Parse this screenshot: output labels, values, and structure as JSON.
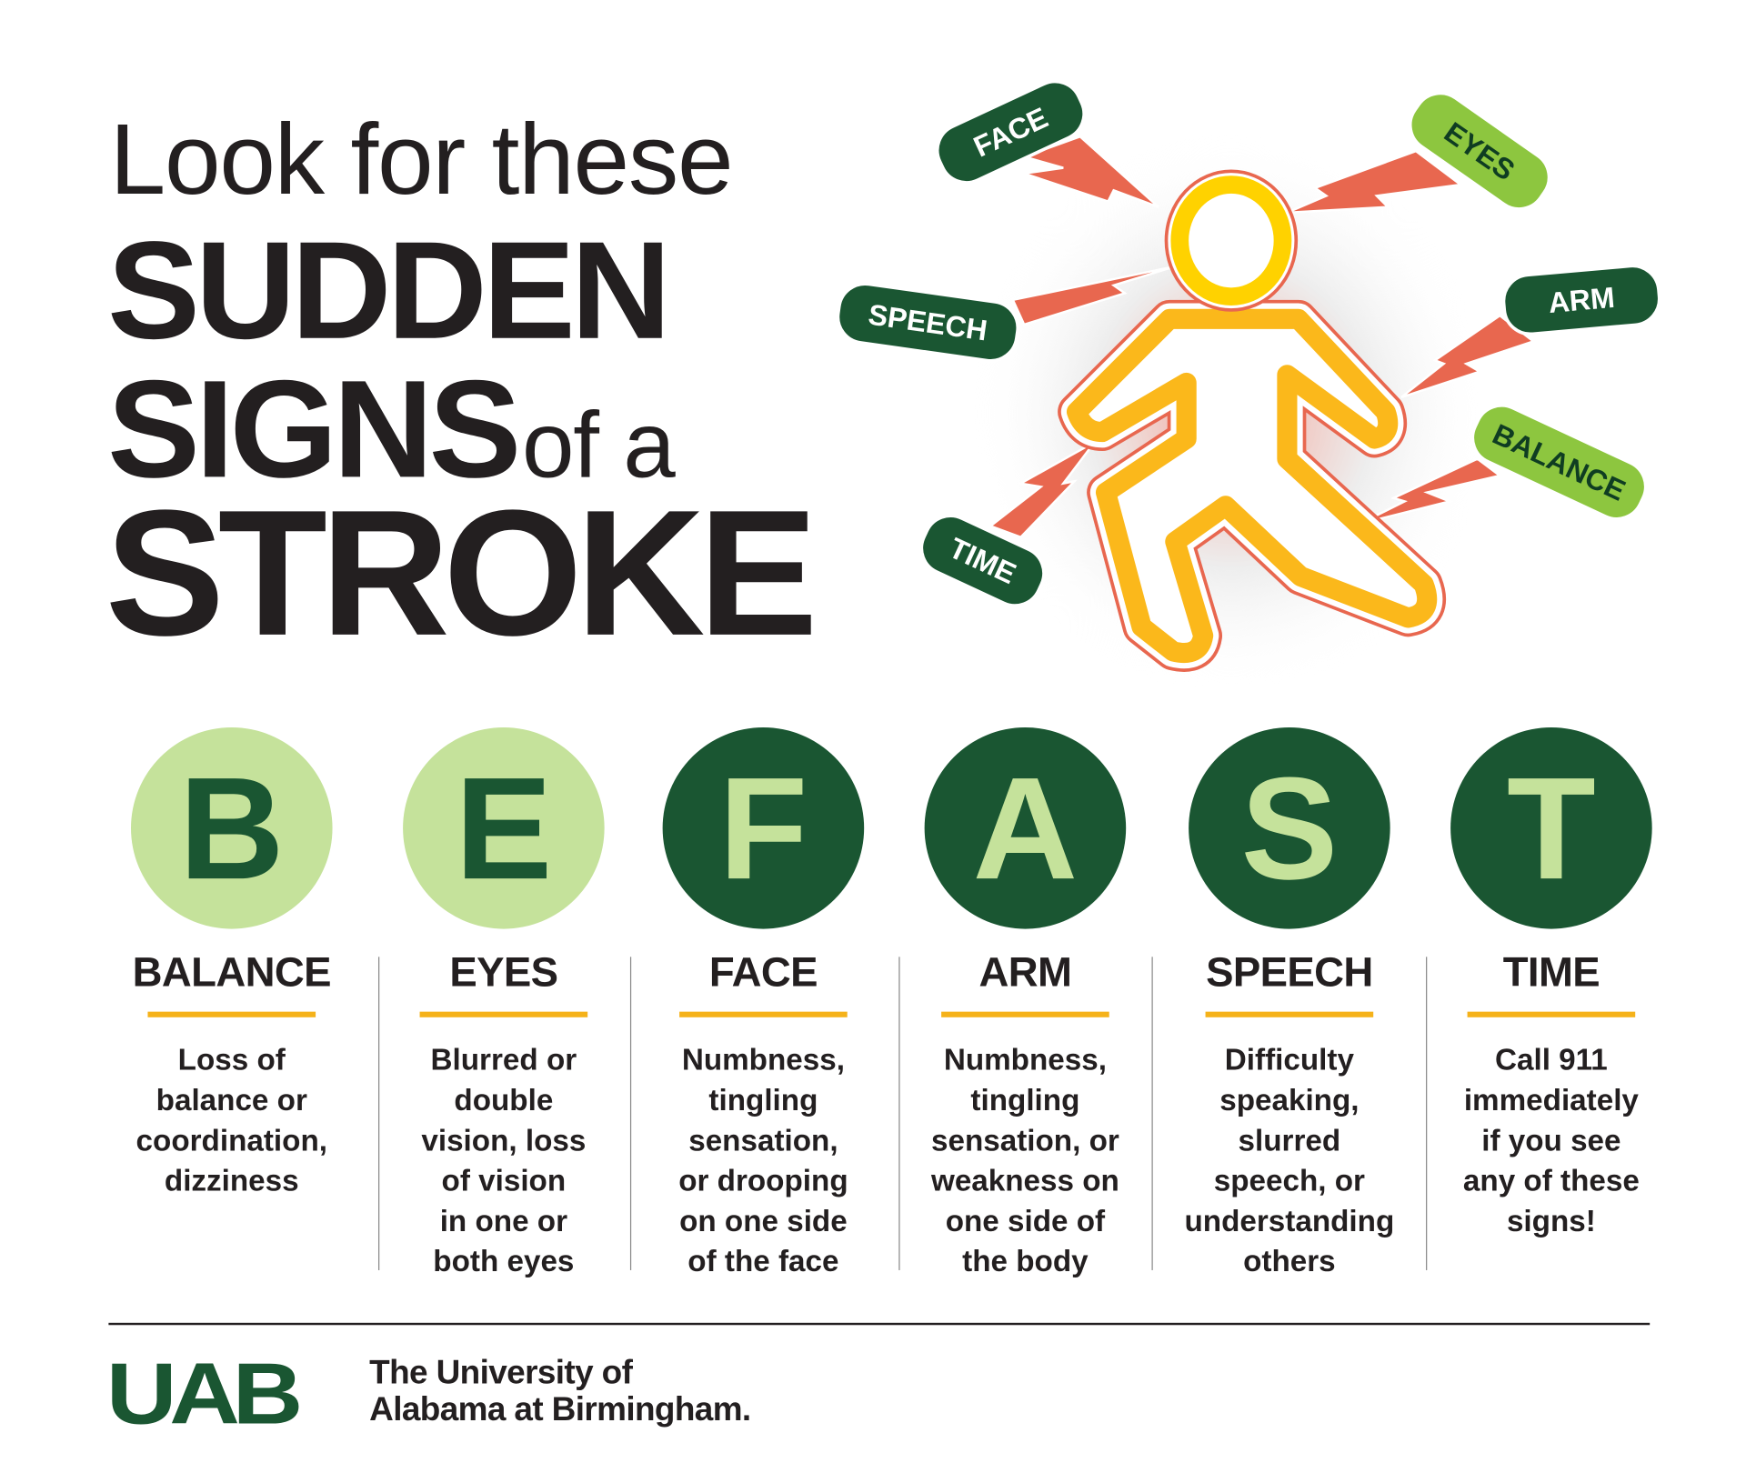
{
  "headline": {
    "line1": "Look for these",
    "line2": "SUDDEN",
    "line3_bold": "SIGNS",
    "line3_light": "of a",
    "line4": "STROKE"
  },
  "figure_labels": {
    "face": "FACE",
    "eyes": "EYES",
    "speech": "SPEECH",
    "arm": "ARM",
    "balance": "BALANCE",
    "time": "TIME"
  },
  "befast": [
    {
      "letter": "B",
      "title": "BALANCE",
      "desc": [
        "Loss of",
        "balance or",
        "coordination,",
        "dizziness"
      ],
      "style": "light"
    },
    {
      "letter": "E",
      "title": "EYES",
      "desc": [
        "Blurred or",
        "double",
        "vision, loss",
        "of vision",
        "in one or",
        "both eyes"
      ],
      "style": "light"
    },
    {
      "letter": "F",
      "title": "FACE",
      "desc": [
        "Numbness,",
        "tingling",
        "sensation,",
        "or drooping",
        "on one side",
        "of the face"
      ],
      "style": "dark"
    },
    {
      "letter": "A",
      "title": "ARM",
      "desc": [
        "Numbness,",
        "tingling",
        "sensation, or",
        "weakness on",
        "one side of",
        "the body"
      ],
      "style": "dark"
    },
    {
      "letter": "S",
      "title": "SPEECH",
      "desc": [
        "Difficulty",
        "speaking,",
        "slurred",
        "speech, or",
        "understanding",
        "others"
      ],
      "style": "dark"
    },
    {
      "letter": "T",
      "title": "TIME",
      "desc": [
        "Call 911",
        "immediately",
        "if you see",
        "any of these",
        "signs!"
      ],
      "style": "dark"
    }
  ],
  "footer": {
    "logo": "UAB",
    "org_line1": "The University of",
    "org_line2": "Alabama at Birmingham."
  },
  "colors": {
    "dark_green": "#1a5632",
    "light_green": "#c5e29b",
    "lime": "#8dc63f",
    "accent": "#f5b21a",
    "bolt": "#e8674f",
    "head": "#ffd200"
  }
}
